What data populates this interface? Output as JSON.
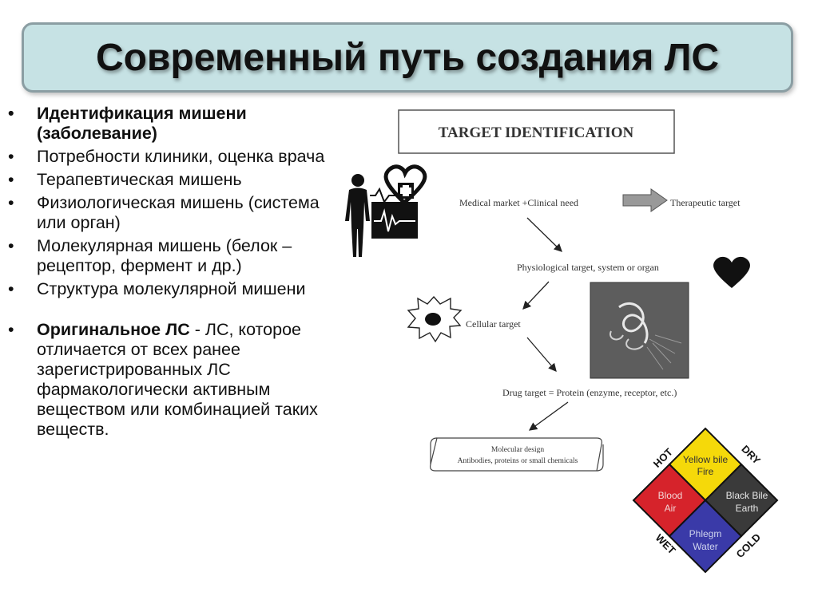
{
  "slide": {
    "title": "Современный путь создания ЛС"
  },
  "bullets": {
    "item1": "Идентификация мишени (заболевание)",
    "item2": "Потребности клиники, оценка врача",
    "item3": "Терапевтическая мишень",
    "item4": "Физиологическая мишень (система или орган)",
    "item5": "Молекулярная мишень (белок – рецептор, фермент и др.)",
    "item6": "Структура молекулярной мишени",
    "item7_bold": "Оригинальное ЛС",
    "item7_rest": " - ЛС, которое отличается от всех ранее зарегистрированных ЛС фармакологически активным веществом или комбинацией таких веществ."
  },
  "flow": {
    "header": "TARGET IDENTIFICATION",
    "medical_market": "Medical market +Clinical need",
    "therapeutic_target": "Therapeutic target",
    "physiological_target": "Physiological target, system or organ",
    "cellular_target": "Cellular target",
    "drug_target": "Drug target = Protein (enzyme, receptor, etc.)",
    "molecular_design": "Molecular design",
    "molecular_design_sub": "Antibodies, proteins or small chemicals"
  },
  "humors": {
    "hot": "HOT",
    "dry": "DRY",
    "wet": "WET",
    "cold": "COLD",
    "yellow_bile": "Yellow bile",
    "fire": "Fire",
    "blood": "Blood",
    "air": "Air",
    "black_bile": "Black Bile",
    "earth": "Earth",
    "phlegm": "Phlegm",
    "water": "Water",
    "colors": {
      "yellow": "#f5d90a",
      "red": "#d6232b",
      "black": "#3a3a3a",
      "blue": "#3a3aa8"
    }
  },
  "icons": {
    "person": "person-silhouette-icon",
    "medical": "medical-heart-cross-icon",
    "heart": "heart-icon",
    "cell": "cell-icon",
    "protein": "protein-structure-image",
    "scroll": "scroll-icon"
  }
}
